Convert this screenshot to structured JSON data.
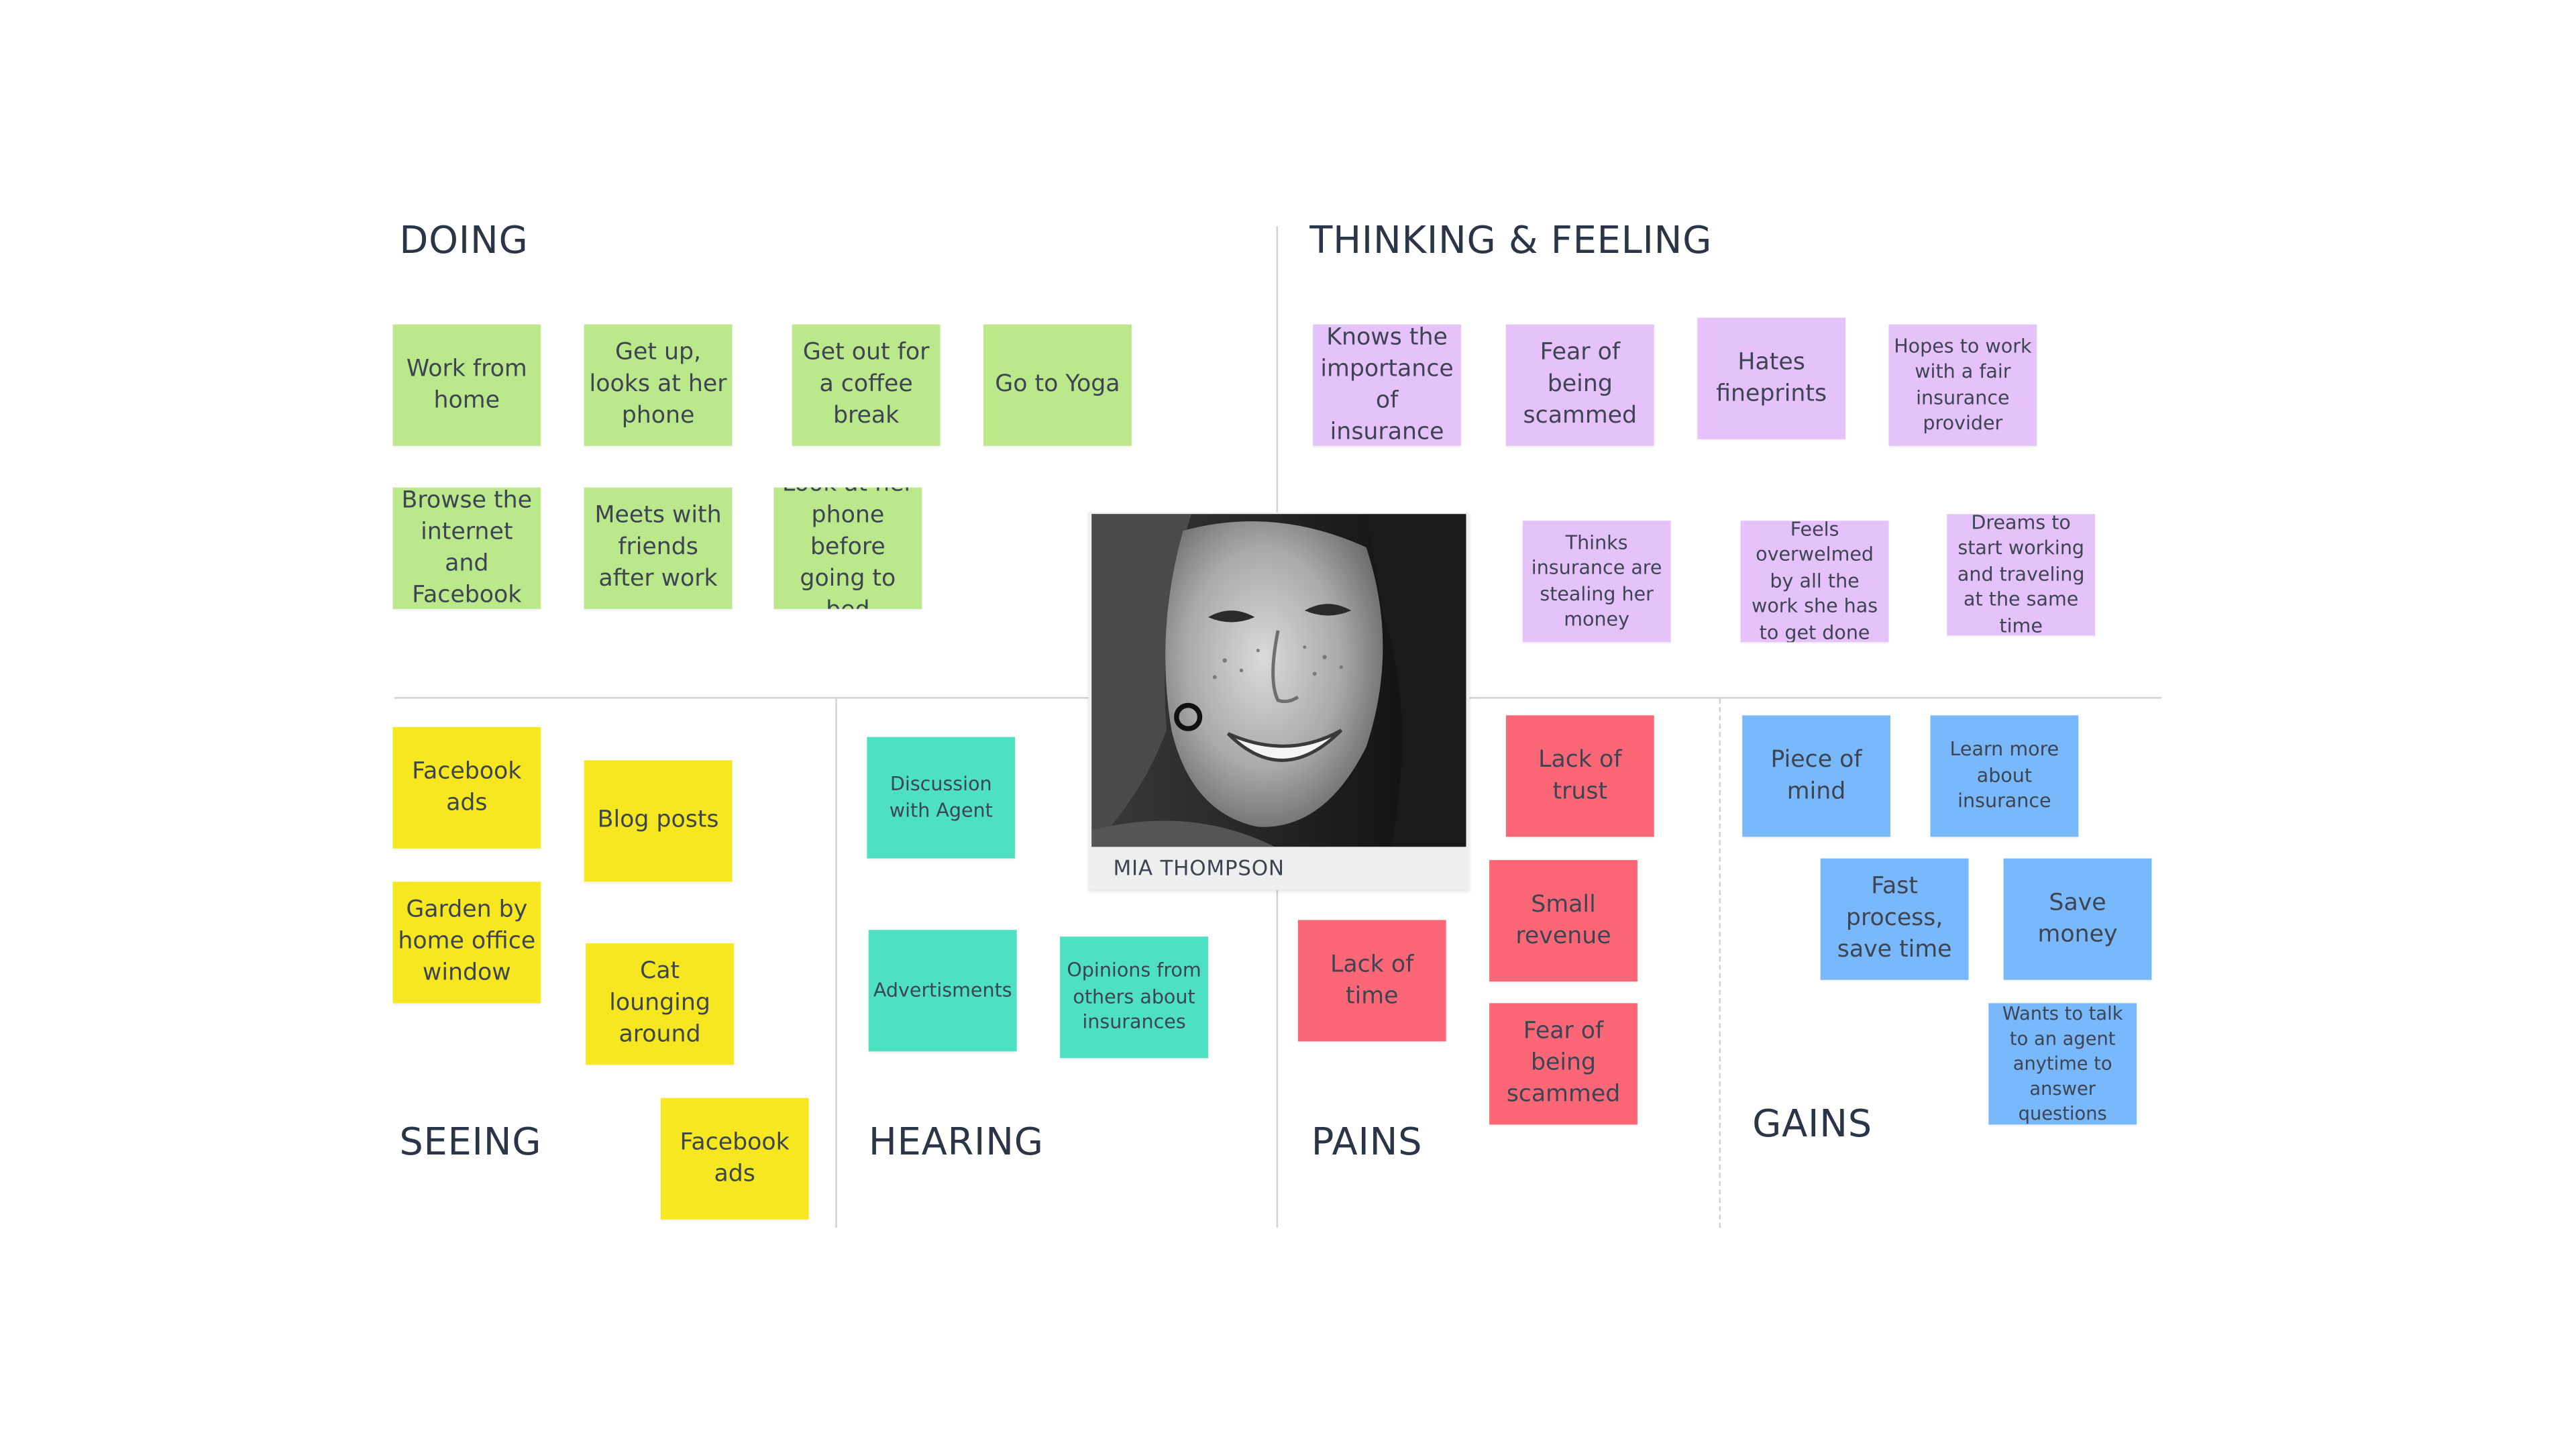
{
  "persona": {
    "name": "MIA THOMPSON",
    "photo_alt": "avatar"
  },
  "sections": {
    "doing": "DOING",
    "thinking": "THINKING & FEELING",
    "seeing": "SEEING",
    "hearing": "HEARING",
    "pains": "PAINS",
    "gains": "GAINS"
  },
  "colors": {
    "doing": "#bbe88b",
    "thinking": "#e6c2fb",
    "seeing": "#f7e721",
    "hearing": "#4de0c1",
    "pains": "#fb6776",
    "gains": "#79b8fb"
  },
  "doing": [
    "Work from home",
    "Get up, looks at her phone",
    "Get out for a coffee break",
    "Go to Yoga",
    "Browse the internet and Facebook",
    "Meets with friends after work",
    "Look at her phone before going to bed"
  ],
  "thinking": [
    "Knows the importance of insurance",
    "Fear of being scammed",
    "Hates fineprints",
    "Hopes to work with a fair insurance provider",
    "Thinks insurance are stealing her money",
    "Feels overwelmed by all the work she has to get done",
    "Dreams to start working and traveling at the same time"
  ],
  "seeing": [
    "Facebook ads",
    "Blog posts",
    "Garden by home office window",
    "Cat lounging around",
    "Facebook ads"
  ],
  "hearing": [
    "Discussion with Agent",
    "Advertisments",
    "Opinions from others about insurances"
  ],
  "pains": [
    "Lack of trust",
    "Small revenue",
    "Lack of time",
    "Fear of being scammed"
  ],
  "gains": [
    "Piece of mind",
    "Learn more about insurance",
    "Fast process, save time",
    "Save money",
    "Wants to talk to an agent anytime to answer questions"
  ]
}
